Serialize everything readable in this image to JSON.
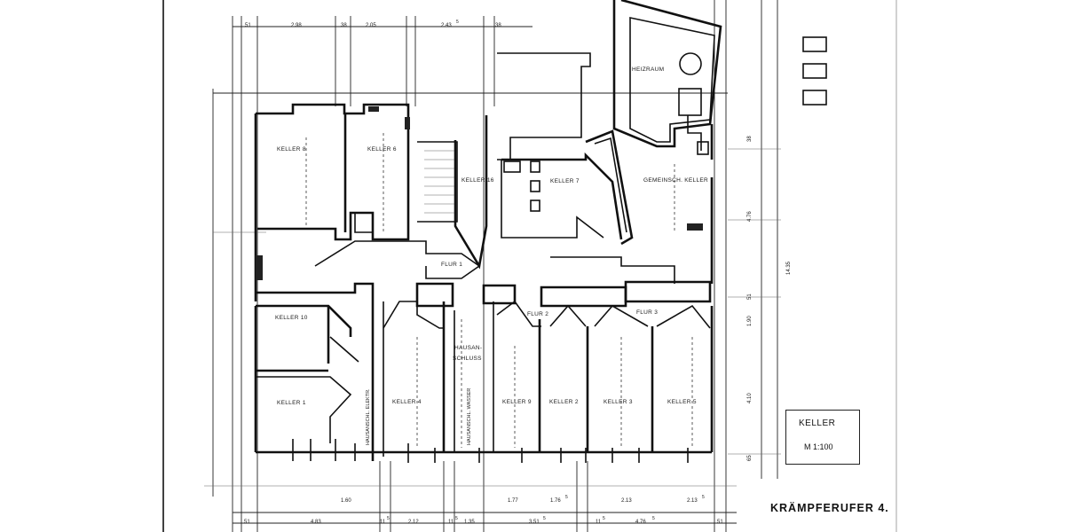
{
  "rooms": {
    "keller_8": "KELLER 8",
    "keller_6": "KELLER 6",
    "keller_16": "KELLER 16",
    "keller_7": "KELLER 7",
    "heizraum": "HEIZRAUM",
    "gemeinsch_keller": "GEMEINSCH. KELLER",
    "flur_1": "FLUR 1",
    "flur_2": "FLUR 2",
    "flur_3": "FLUR 3",
    "keller_10": "KELLER 10",
    "keller_1": "KELLER 1",
    "keller_4": "KELLER 4",
    "keller_9": "KELLER 9",
    "keller_2": "KELLER 2",
    "keller_3": "KELLER 3",
    "keller_5": "KELLER 5",
    "hausanschluss_1": "HAUSAN-",
    "hausanschluss_2": "SCHLUSS",
    "hausanschl_elektr": "HAUSANSCHL. ELEKTR.",
    "hausanschl_wasser": "HAUSANSCHL. WASSER"
  },
  "dimensions": {
    "top": [
      "51",
      "2.98",
      "38",
      "2.05",
      "2.43",
      "38"
    ],
    "top_sup": "5",
    "bottom": [
      "51",
      "4.83",
      "11",
      "2.12",
      "11",
      "1.35",
      "3.51",
      "11",
      "4.76",
      "51"
    ],
    "bottom_sup": "5",
    "lower_row": [
      "1.60",
      "1.77",
      "1.76",
      "2.13",
      "2.13"
    ],
    "right": [
      "38",
      "4.76",
      "14.35",
      "51",
      "1.90",
      "4.10",
      "65"
    ]
  },
  "legend": {
    "title": "KELLER",
    "scale": "M 1:100"
  },
  "address": "KRÄMPFERUFER 4."
}
